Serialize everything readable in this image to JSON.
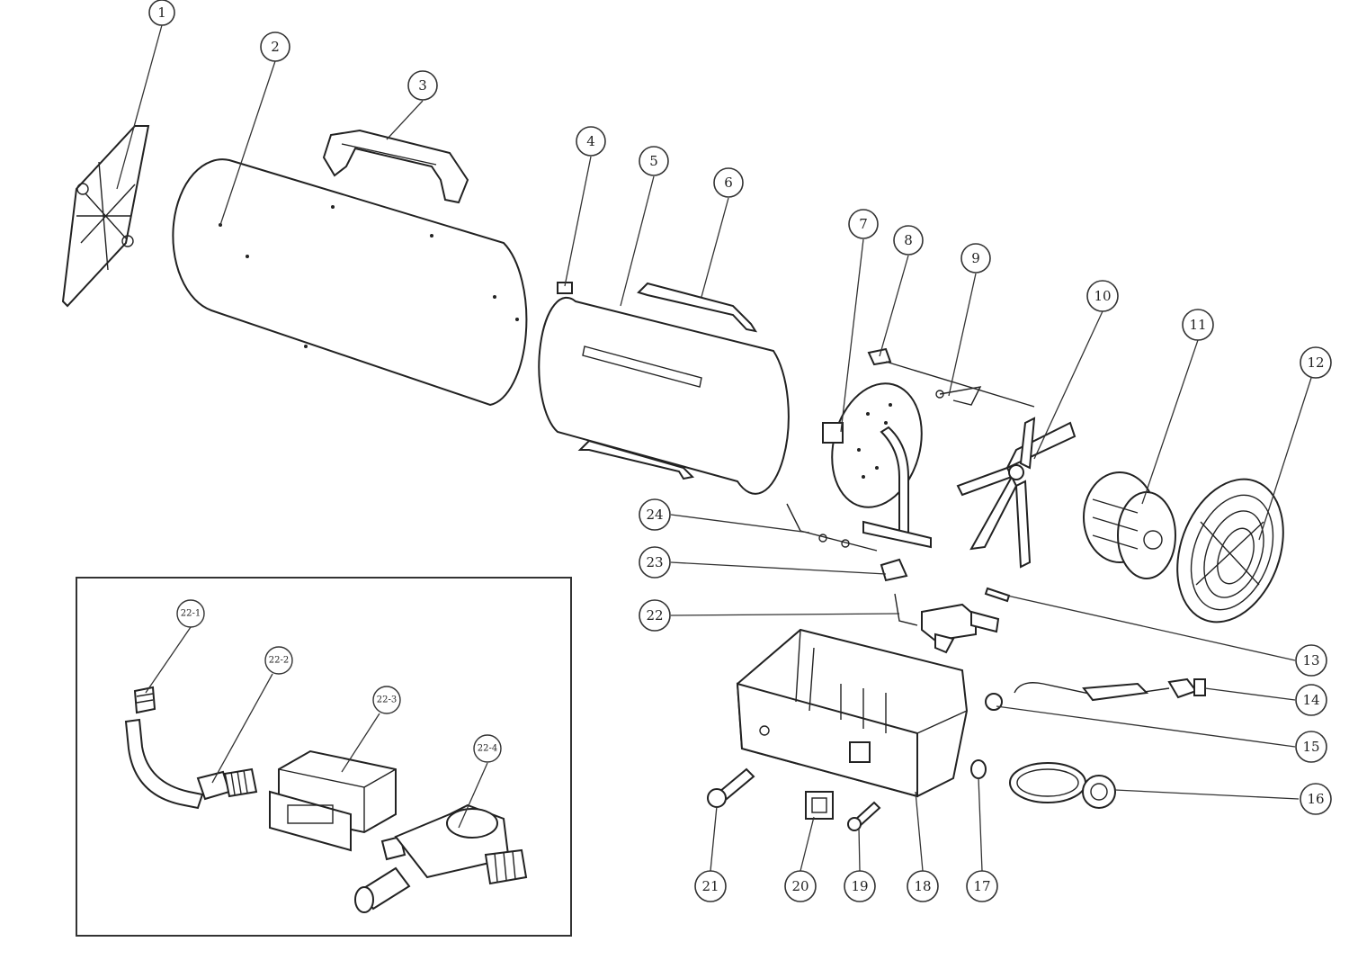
{
  "callouts": [
    "1",
    "2",
    "3",
    "4",
    "5",
    "6",
    "7",
    "8",
    "9",
    "10",
    "11",
    "12",
    "13",
    "14",
    "15",
    "16",
    "17",
    "18",
    "19",
    "20",
    "21",
    "22",
    "23",
    "24"
  ],
  "inset_callouts": [
    "22-1",
    "22-2",
    "22-3",
    "22-4"
  ]
}
